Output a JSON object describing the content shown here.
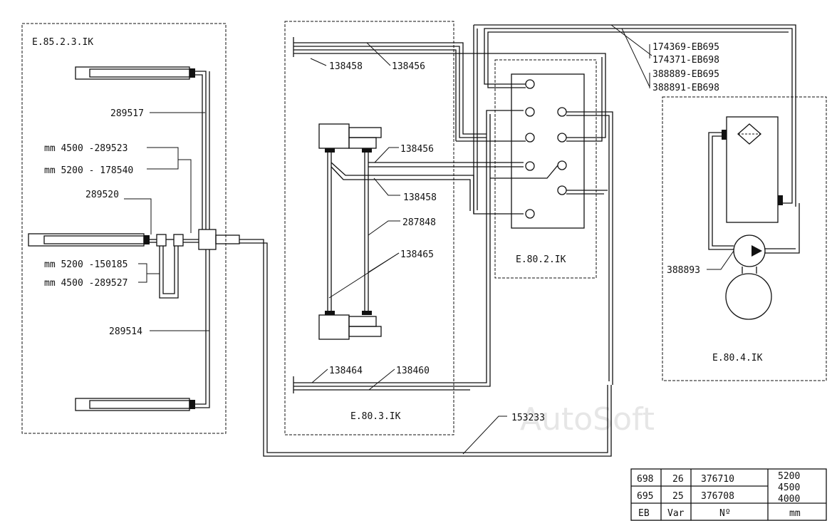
{
  "blocks": {
    "left": "E.85.2.3.IK",
    "middle": "E.80.3.IK",
    "valve": "E.80.2.IK",
    "tank": "E.80.4.IK"
  },
  "parts": {
    "p289517": "289517",
    "p289523": "mm 4500  -289523",
    "p178540": "mm  5200 - 178540",
    "p289520": "289520",
    "p150185": "mm 5200  -150185",
    "p289527": "mm  4500 -289527",
    "p289514": "289514",
    "p138458_top": "138458",
    "p138456_top": "138456",
    "p138456_mid": "138456",
    "p138458_mid": "138458",
    "p287848": "287848",
    "p138465": "138465",
    "p138464": "138464",
    "p138460": "138460",
    "p153233": "153233",
    "p174369": "174369-EB695",
    "p174371": "174371-EB698",
    "p388889": "388889-EB695",
    "p388891": "388891-EB698",
    "p388893": "388893"
  },
  "watermark": "AutoSoft",
  "table": {
    "rows": [
      {
        "eb": "698",
        "var": "26",
        "no": "376710"
      },
      {
        "eb": "695",
        "var": "25",
        "no": "376708"
      }
    ],
    "mm_values": [
      "5200",
      "4500",
      "4000"
    ],
    "headers": {
      "eb": "EB",
      "var": "Var",
      "no": "Nº",
      "mm": "mm"
    }
  }
}
